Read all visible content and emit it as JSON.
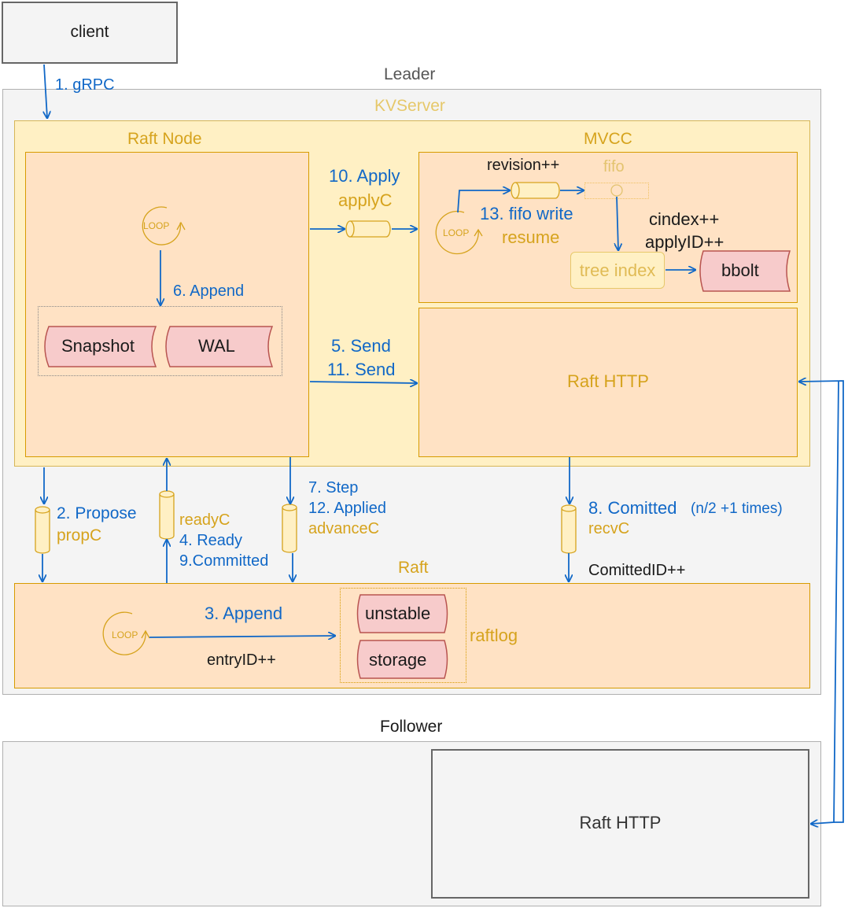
{
  "colors": {
    "blue": "#1168c7",
    "gold": "#d6a31d",
    "orange_fill": "#ffe2c4",
    "yellow_fill": "#fff0c4",
    "pink_fill": "#f7cbcb",
    "grey_fill": "#f4f4f4"
  },
  "client": "client",
  "leader": {
    "title": "Leader",
    "kvserver": "KVServer",
    "raft_node": {
      "title": "Raft Node",
      "loop": "LOOP",
      "append": "6. Append",
      "snapshot": "Snapshot",
      "wal": "WAL"
    },
    "mvcc": {
      "title": "MVCC",
      "revision": "revision++",
      "fifo": "fifo",
      "fifo_write": "13.  fifo write",
      "resume": "resume",
      "cindex": "cindex++",
      "apply_id": "applyID++",
      "tree_index": "tree index",
      "bbolt": "bbolt",
      "loop": "LOOP"
    },
    "apply": "10. Apply",
    "apply_c": "applyC",
    "send_5": "5. Send",
    "send_11": "11. Send",
    "raft_http": "Raft HTTP",
    "grpc": "1. gRPC",
    "propose": "2. Propose",
    "prop_c": "propC",
    "ready_c": "readyC",
    "ready": "4. Ready",
    "committed_9": "9.Committed",
    "step": "7. Step",
    "applied": "12. Applied",
    "advance_c": "advanceC",
    "committed_8": "8. Comitted",
    "times": "(n/2 +1 times)",
    "recv_c": "recvC",
    "committed_id": "ComittedID++",
    "raft": {
      "title": "Raft",
      "append": "3. Append",
      "entry_id": "entryID++",
      "unstable": "unstable",
      "storage": "storage",
      "raftlog": "raftlog",
      "loop": "LOOP"
    }
  },
  "follower": {
    "title": "Follower",
    "raft_http": "Raft HTTP"
  }
}
